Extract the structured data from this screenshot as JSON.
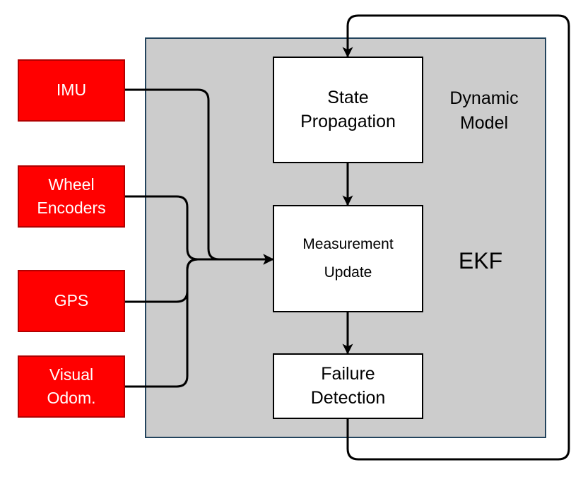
{
  "sensors": {
    "imu": {
      "line1": "IMU"
    },
    "wheel": {
      "line1": "Wheel",
      "line2": "Encoders"
    },
    "gps": {
      "line1": "GPS"
    },
    "visual": {
      "line1": "Visual",
      "line2": "Odom."
    }
  },
  "blocks": {
    "state": {
      "line1": "State",
      "line2": "Propagation"
    },
    "measurement": {
      "line1": "Measurement",
      "line2": "Update"
    },
    "failure": {
      "line1": "Failure",
      "line2": "Detection"
    }
  },
  "labels": {
    "dynamic": {
      "line1": "Dynamic",
      "line2": "Model"
    },
    "ekf": "EKF"
  },
  "colors": {
    "sensor_fill": "#ff0000",
    "panel_fill": "#cccccc",
    "panel_border": "#23445d"
  }
}
